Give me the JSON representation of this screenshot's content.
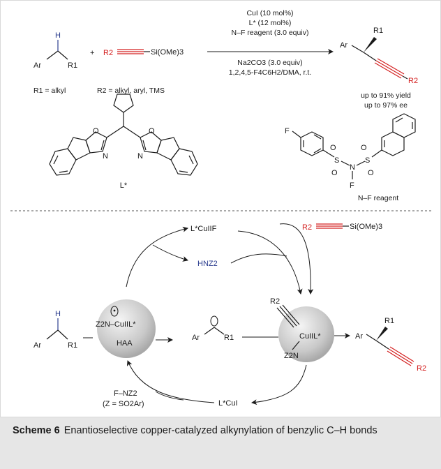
{
  "conditions": {
    "line1": "CuI (10 mol%)",
    "line2": "L* (12 mol%)",
    "line3": "N–F reagent (3.0 equiv)",
    "line4": "Na2CO3 (3.0 equiv)",
    "line5": "1,2,4,5-F4C6H2/DMA, r.t."
  },
  "reactants": {
    "h_label": "H",
    "ar_label": "Ar",
    "r1_label": "R1",
    "plus": "+",
    "r2_label": "R2",
    "silyl": "Si(OMe)3",
    "r1_def": "R1 = alkyl",
    "r2_def": "R2 = alkyl, aryl, TMS"
  },
  "product": {
    "r1_label": "R1",
    "ar_label": "Ar",
    "r2_label": "R2",
    "yield": "up to 91% yield",
    "ee": "up to 97% ee"
  },
  "ligand": {
    "name": "L*",
    "o": "O",
    "n": "N"
  },
  "nf_reagent": {
    "name": "N–F reagent",
    "f": "F",
    "s": "S",
    "o": "O",
    "n": "N"
  },
  "cycle": {
    "lcu2f": "L*CuIIF",
    "hnz2": "HNZ2",
    "silane": "Si(OMe)3",
    "r2": "R2",
    "complex_left": "Z2N–CuIIL*",
    "haa": "HAA",
    "radical_ar": "Ar",
    "radical_r1": "R1",
    "complex_right_cu": "CuIIL*",
    "complex_right_n": "Z2N",
    "substrate_h": "H",
    "substrate_ar": "Ar",
    "substrate_r1": "R1",
    "product_r1": "R1",
    "product_ar": "Ar",
    "product_r2": "R2",
    "fnz2": "F–NZ2",
    "z_def": "(Z = SO2Ar)",
    "lcu1": "L*CuI"
  },
  "caption": {
    "label": "Scheme 6",
    "text": "Enantioselective copper-catalyzed alkynylation of benzylic C–H bonds"
  },
  "colors": {
    "red": "#d42020",
    "blue": "#2b3d8f",
    "sphere": "#c9c9c9",
    "caption_bg": "#e6e6e6"
  }
}
